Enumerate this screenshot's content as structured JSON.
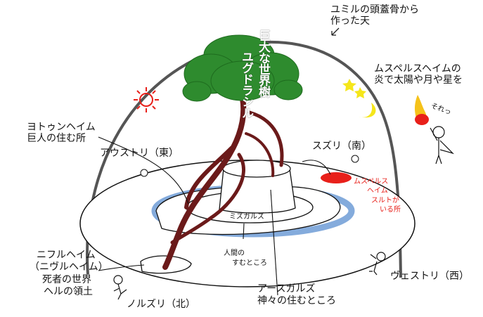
{
  "sky": {
    "line1": "ユミルの頭蓋骨から",
    "line2": "作った天"
  },
  "muspell_fire": {
    "line1": "ムスペルスヘイムの",
    "line2": "炎で太陽や月や星を",
    "shout": "それっ"
  },
  "tree": {
    "line1": "巨大な世界樹",
    "line2": "ユグドラシル"
  },
  "jotunheim": {
    "line1": "ヨトゥンヘイム",
    "line2": "巨人の住む所"
  },
  "directions": {
    "east": "アウストリ（東）",
    "south": "スズリ（南）",
    "west": "ヴェストリ（西）",
    "north": "ノルズリ（北）"
  },
  "muspelheim": {
    "line1": "ムスペルス",
    "line2": "ヘイム",
    "line3": "スルトが",
    "line4": "いる所"
  },
  "midgard": {
    "name": "ミズガルズ",
    "line1": "人間の",
    "line2": "すむところ"
  },
  "niflheim": {
    "line1": "ニフルヘイム",
    "line2": "（ニヴルヘイム）",
    "line3": "死者の世界",
    "line4": "ヘルの領土"
  },
  "asgard": {
    "line1": "アースガルズ",
    "line2": "神々の住むところ"
  },
  "colors": {
    "tree": "#2e8b2e",
    "trunk": "#6b1a1a",
    "ocean": "#5b8fd0",
    "fire": "#e8201a",
    "stars": "#f5e61a",
    "sun": "#e8201a"
  }
}
